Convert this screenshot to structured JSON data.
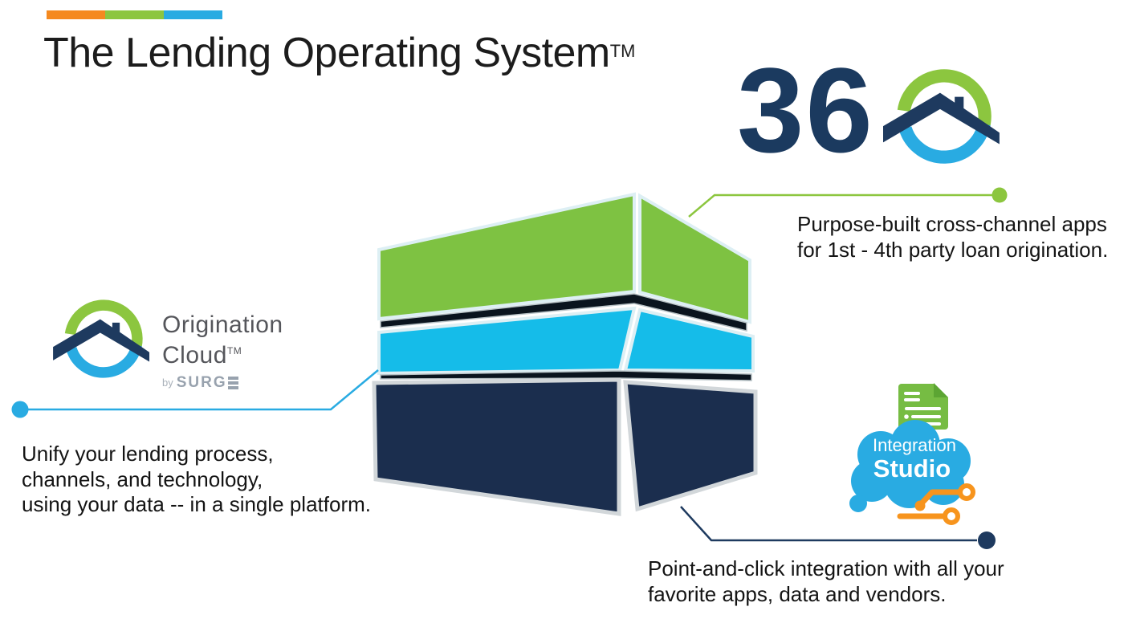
{
  "header": {
    "title": "The Lending Operating System",
    "tm": "TM",
    "bar_colors": [
      "#F5891F",
      "#8DC63F",
      "#29ABE2"
    ]
  },
  "hero_logo": {
    "number": "36"
  },
  "origination_cloud": {
    "name_line1": "Origination",
    "name_line2": "Cloud",
    "tm": "TM",
    "by": "by",
    "brand": "SURG",
    "brand_e_bars": 3
  },
  "integration_studio": {
    "line1": "Integration",
    "line2": "Studio"
  },
  "callouts": {
    "apps": {
      "lines": [
        "Purpose-built cross-channel apps",
        "for 1st - 4th party loan origination."
      ]
    },
    "platform": {
      "lines": [
        "Unify your lending process,",
        "channels, and technology,",
        "using your data -- in a single platform."
      ]
    },
    "integration": {
      "lines": [
        "Point-and-click integration with all your",
        "favorite apps, data and vendors."
      ]
    }
  },
  "stack": {
    "layers": [
      {
        "name": "apps-layer",
        "color": "#7EC242"
      },
      {
        "name": "platform-layer",
        "color": "#15BCE9"
      },
      {
        "name": "data-layer",
        "color": "#1B2E4E"
      }
    ]
  },
  "colors": {
    "orange": "#F5891F",
    "green": "#8CC63F",
    "blue": "#29ABE2",
    "navy": "#1E3A5F",
    "box_green": "#7EC242",
    "box_cyan": "#15BCE9",
    "box_navy": "#1B2E4E",
    "dark_gap": "#0A141E",
    "doc_green": "#76BC43",
    "doc_fold": "#5CA533",
    "circuit_orange": "#F7941D",
    "gray_text": "#55565B",
    "surge_gray": "#98A2AE",
    "digits_navy": "#1B3A5F"
  }
}
